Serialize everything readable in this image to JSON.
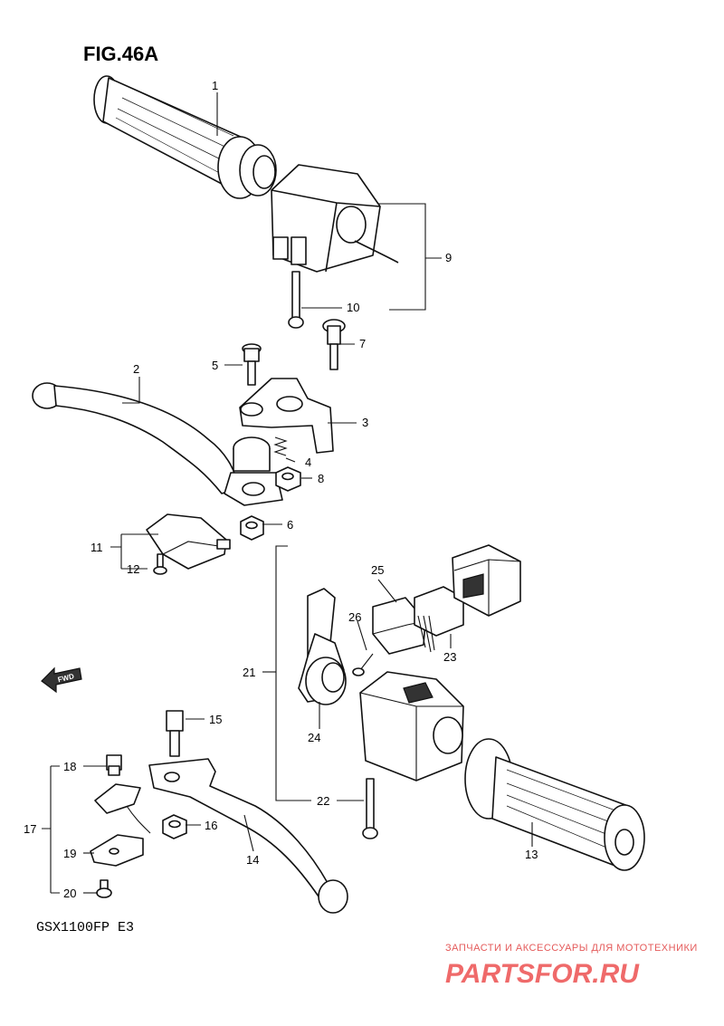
{
  "figure": {
    "title": "FIG.46A",
    "model": "GSX1100FP  E3"
  },
  "fwd_label": "FWD",
  "callouts": {
    "c1": "1",
    "c2": "2",
    "c3": "3",
    "c4": "4",
    "c5": "5",
    "c6": "6",
    "c7": "7",
    "c8": "8",
    "c9": "9",
    "c10": "10",
    "c11": "11",
    "c12": "12",
    "c13": "13",
    "c14": "14",
    "c15": "15",
    "c16": "16",
    "c17": "17",
    "c18": "18",
    "c19": "19",
    "c20": "20",
    "c21": "21",
    "c22": "22",
    "c23": "23",
    "c24": "24",
    "c25": "25",
    "c26": "26"
  },
  "watermark": {
    "tagline": "ЗАПЧАСТИ И АКСЕССУАРЫ ДЛЯ МОТОТЕХНИКИ",
    "logo": "PARTSFOR.RU"
  },
  "colors": {
    "ink": "#111111",
    "watermark": "#ef6a6a"
  }
}
